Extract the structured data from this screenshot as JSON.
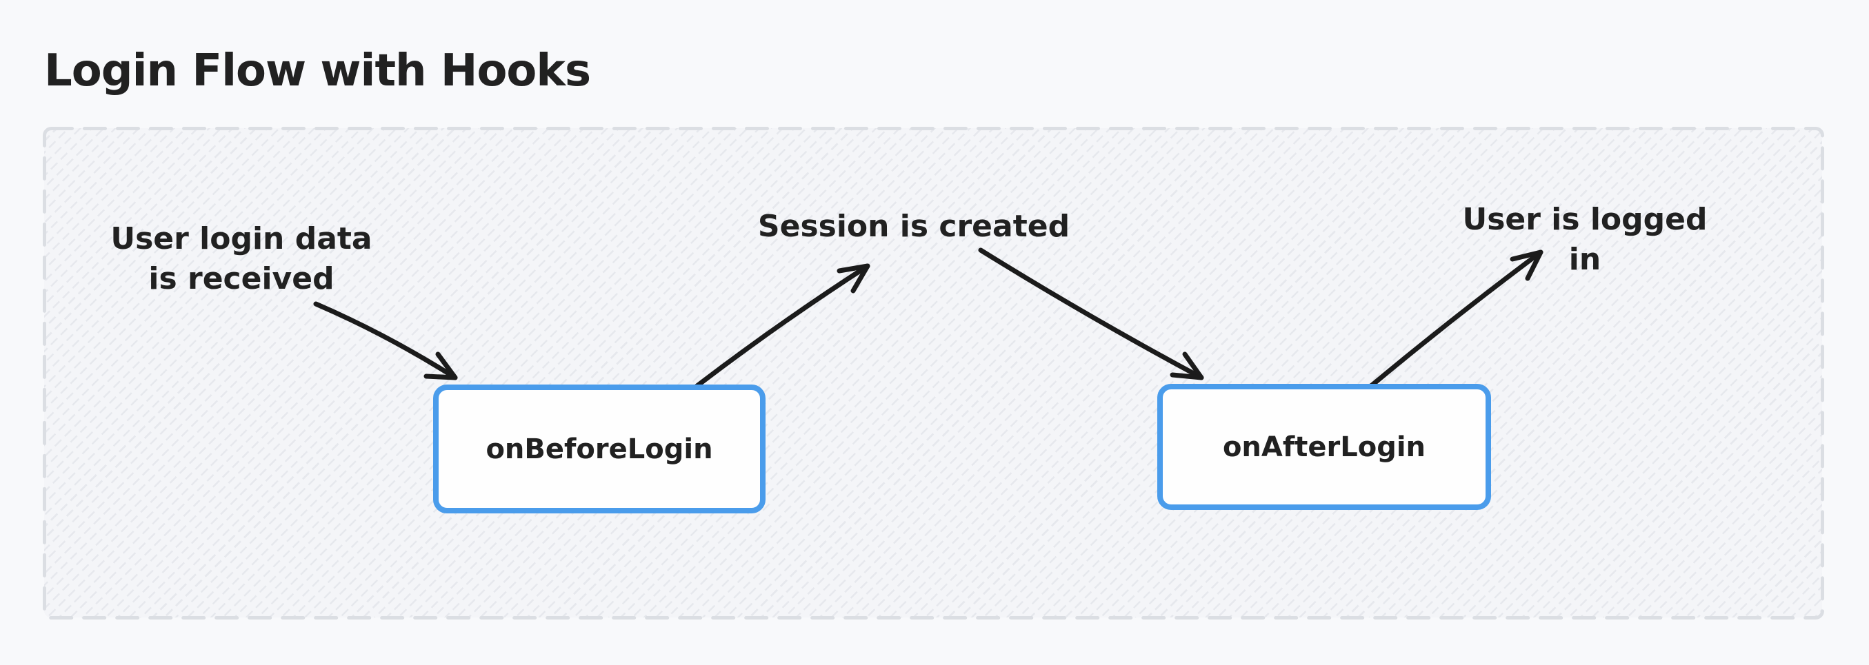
{
  "title": "Login Flow with Hooks",
  "colors": {
    "page_bg": "#f8f9fb",
    "frame_border": "#dbdee3",
    "frame_fill": "#f4f5f8",
    "hatch_line": "#e6e8ed",
    "node_border": "#4a9ceb",
    "node_fill": "#fefefe",
    "arrow": "#1b1b1b",
    "text": "#212121"
  },
  "diagram": {
    "nodes": [
      {
        "id": "onBeforeLogin",
        "label": "onBeforeLogin"
      },
      {
        "id": "onAfterLogin",
        "label": "onAfterLogin"
      }
    ],
    "annotations": [
      {
        "id": "login-data-received",
        "text": "User login data\nis received"
      },
      {
        "id": "session-created",
        "text": "Session is created"
      },
      {
        "id": "user-logged-in",
        "text": "User is logged in"
      }
    ],
    "edges": [
      {
        "from": "login-data-received",
        "to": "onBeforeLogin"
      },
      {
        "from": "onBeforeLogin",
        "to": "session-created"
      },
      {
        "from": "session-created",
        "to": "onAfterLogin"
      },
      {
        "from": "onAfterLogin",
        "to": "user-logged-in"
      }
    ]
  }
}
